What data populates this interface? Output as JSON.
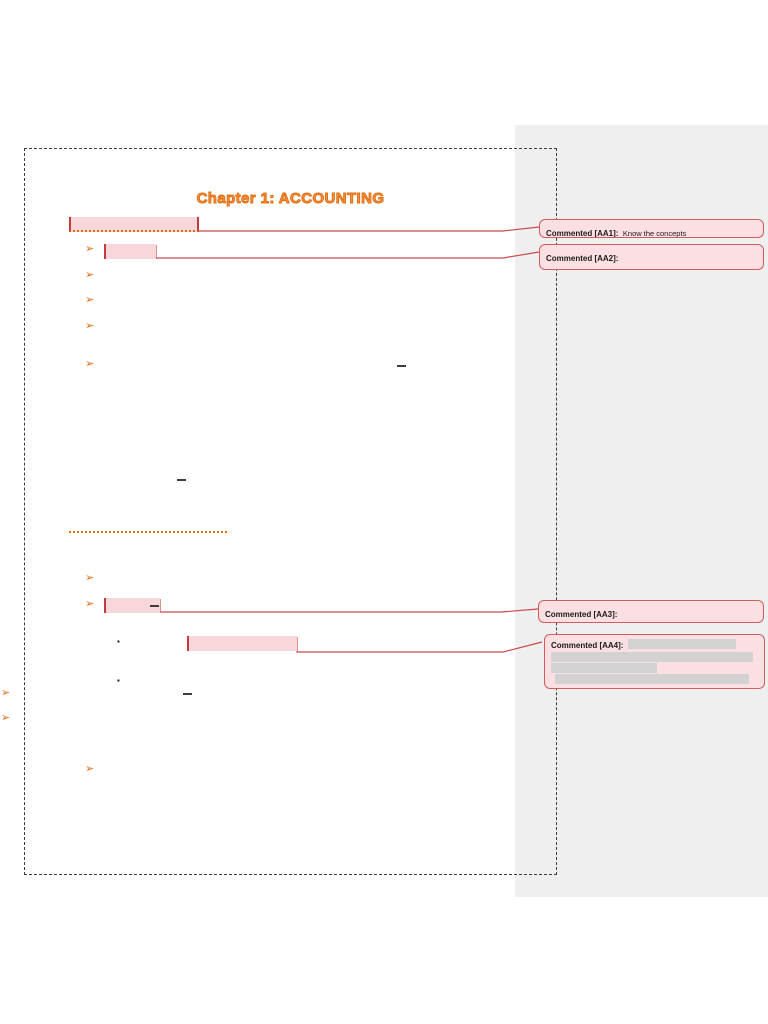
{
  "page": {
    "title": "Chapter 1: ACCOUNTING"
  },
  "glyphs": {
    "arrow_bullet": "➢",
    "square_bullet": "▪"
  },
  "comments": {
    "aa1": {
      "label": "Commented [AA1]:",
      "text": "Know the concepts"
    },
    "aa2": {
      "label": "Commented [AA2]:",
      "text": ""
    },
    "aa3": {
      "label": "Commented [AA3]:",
      "text": ""
    },
    "aa4": {
      "label": "Commented [AA4]:",
      "text": ""
    }
  },
  "colors": {
    "accent-orange": "#e36c0a",
    "title-orange": "#ed7d31",
    "highlight-pink": "#f8d7da",
    "highlight-bar-red": "#c43b3b",
    "comment-bg": "#fbdfe2",
    "comment-border": "#d05c5c",
    "connector-red": "#c94a4a",
    "redaction-gray": "#d2d2d2",
    "panel-gray": "#f0efef"
  }
}
